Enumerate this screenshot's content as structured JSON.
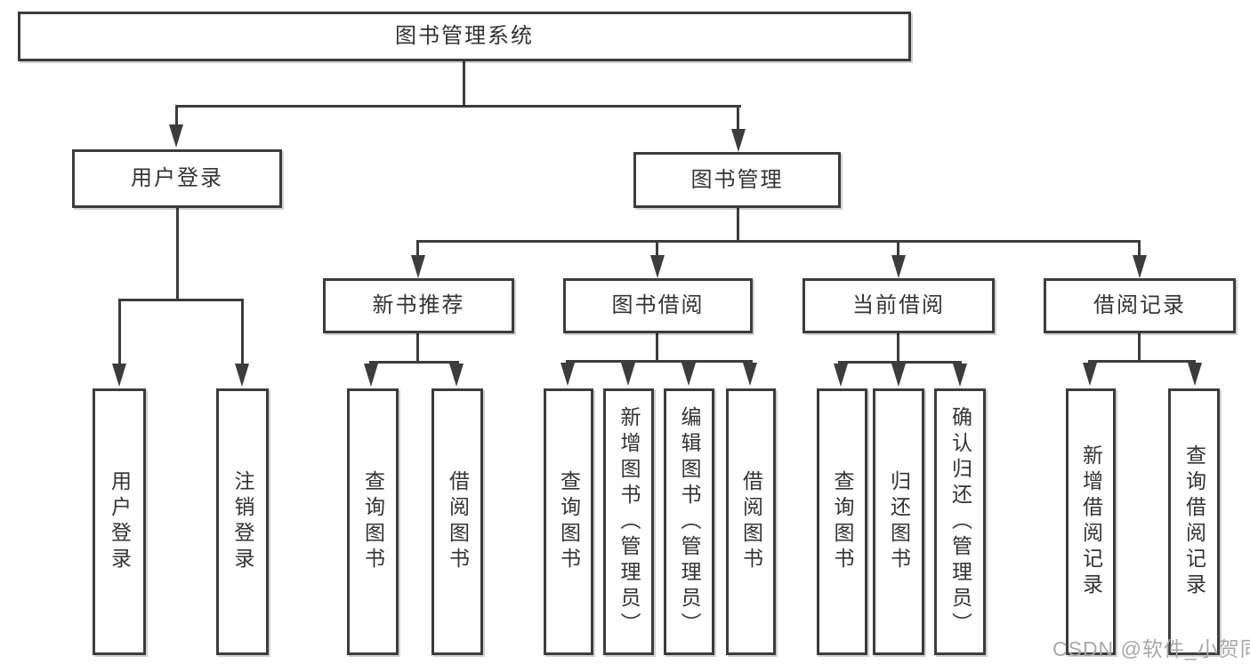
{
  "tree": {
    "root": "图书管理系统",
    "children": [
      {
        "label": "用户登录",
        "children": [
          "用户登录",
          "注销登录"
        ]
      },
      {
        "label": "图书管理",
        "children": [
          {
            "label": "新书推荐",
            "children": [
              "查询图书",
              "借阅图书"
            ]
          },
          {
            "label": "图书借阅",
            "children": [
              "查询图书",
              "新增图书（管理员）",
              "编辑图书（管理员）",
              "借阅图书"
            ]
          },
          {
            "label": "当前借阅",
            "children": [
              "查询图书",
              "归还图书",
              "确认归还（管理员）"
            ]
          },
          {
            "label": "借阅记录",
            "children": [
              "新增借阅记录",
              "查询借阅记录"
            ]
          }
        ]
      }
    ]
  },
  "watermark": {
    "text": "CSDN @软件_小贺同学"
  },
  "colors": {
    "line": "#3c3c3c",
    "text": "#333333",
    "background": "#ffffff",
    "watermark": "#a8a8a8"
  }
}
